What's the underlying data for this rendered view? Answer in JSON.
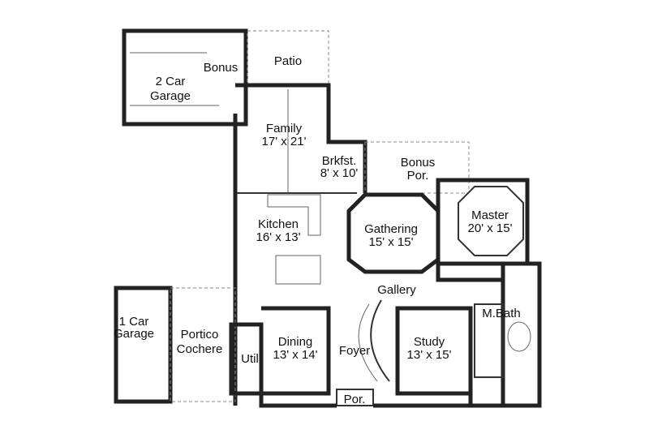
{
  "rooms": {
    "bonus": {
      "name": "Bonus"
    },
    "patio": {
      "name": "Patio"
    },
    "garage2": {
      "line1": "2 Car",
      "line2": "Garage"
    },
    "family": {
      "name": "Family",
      "size": "17' x 21'"
    },
    "brkfst": {
      "name": "Brkfst.",
      "size": "8' x 10'"
    },
    "bonus_por": {
      "line1": "Bonus",
      "line2": "Por."
    },
    "kitchen": {
      "name": "Kitchen",
      "size": "16' x 13'"
    },
    "gathering": {
      "name": "Gathering",
      "size": "15' x 15'"
    },
    "master": {
      "name": "Master",
      "size": "20' x 15'"
    },
    "gallery": {
      "name": "Gallery"
    },
    "mbath": {
      "name": "M.Bath"
    },
    "garage1": {
      "line1": "1 Car",
      "line2": "Garage"
    },
    "portico": {
      "line1": "Portico",
      "line2": "Cochere"
    },
    "util": {
      "name": "Util"
    },
    "dining": {
      "name": "Dining",
      "size": "13' x 14'"
    },
    "foyer": {
      "name": "Foyer"
    },
    "study": {
      "name": "Study",
      "size": "13' x 15'"
    },
    "por": {
      "name": "Por."
    }
  }
}
